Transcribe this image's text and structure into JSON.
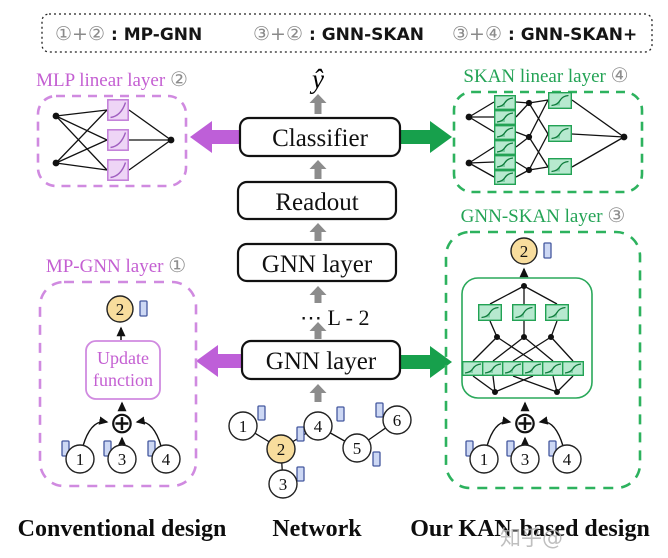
{
  "legend": {
    "items": [
      {
        "badges": "①+②",
        "label": ": MP-GNN"
      },
      {
        "badges": "③+②",
        "label": ": GNN-SKAN"
      },
      {
        "badges": "③+④",
        "label": ": GNN-SKAN+"
      }
    ]
  },
  "pipeline": {
    "output_label": "ŷ",
    "classifier": "Classifier",
    "readout": "Readout",
    "gnn_top": "GNN layer",
    "layers_note": "⋯ L - 2",
    "gnn_bottom": "GNN layer"
  },
  "mlp_panel": {
    "title": "MLP linear layer ",
    "badge": "②"
  },
  "skan_panel": {
    "title": "SKAN linear layer ",
    "badge": "④"
  },
  "mp_gnn_panel": {
    "title": "MP-GNN layer ",
    "badge": "①",
    "target_node": "2",
    "update_line1": "Update",
    "update_line2": "function",
    "agg": "⊕",
    "neighbor_nodes": [
      "1",
      "3",
      "4"
    ]
  },
  "gnn_skan_panel": {
    "title": "GNN-SKAN layer ",
    "badge": "③",
    "target_node": "2",
    "agg": "⊕",
    "neighbor_nodes": [
      "1",
      "3",
      "4"
    ]
  },
  "network": {
    "nodes": [
      "1",
      "2",
      "3",
      "4",
      "5",
      "6"
    ],
    "highlighted_node": "2",
    "edges": [
      [
        "1",
        "2"
      ],
      [
        "2",
        "3"
      ],
      [
        "2",
        "4"
      ],
      [
        "4",
        "5"
      ],
      [
        "5",
        "6"
      ]
    ]
  },
  "captions": {
    "left": "Conventional design",
    "center": "Network",
    "right": "Our KAN-based design"
  },
  "watermark": "知乎@",
  "colors": {
    "purple_arrow": "#be5fd8",
    "purple_dash": "#d08ae0",
    "green": "#17a04c",
    "gray_arrow": "#8c8c8c",
    "node_yellow": "#f8dd9d",
    "feature_fill": "#cdd8f4",
    "feature_stroke": "#44589f"
  }
}
